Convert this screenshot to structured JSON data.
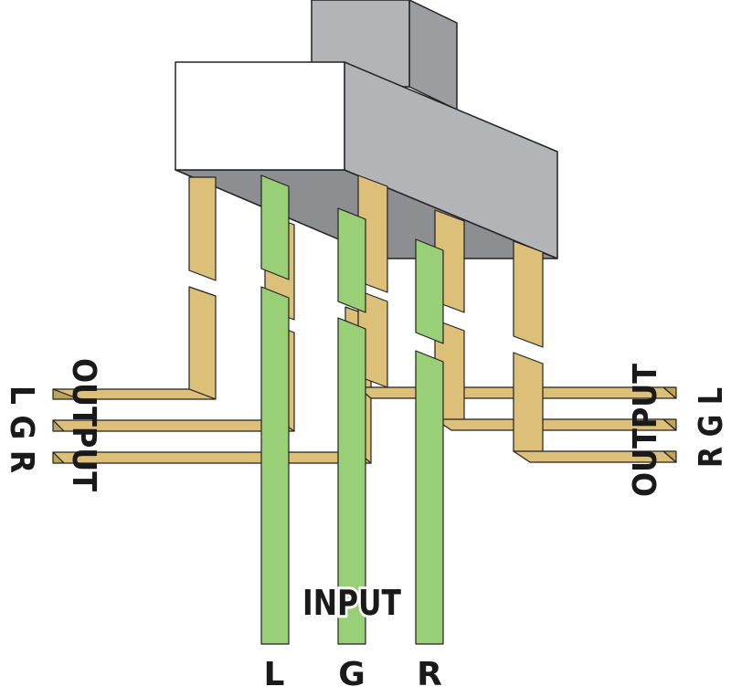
{
  "labels": {
    "left_pins": "L G R",
    "left_group": "OUTPUT",
    "right_group": "OUTPUT",
    "right_pins": "R G L",
    "input_title": "INPUT",
    "input_pin_l": "L",
    "input_pin_g": "G",
    "input_pin_r": "R"
  },
  "colors": {
    "tan_front": "#dcc07a",
    "tan_side": "#c0a257",
    "green": "#99cf76",
    "box_top": "#ffffff",
    "box_side": "#b3b4b8",
    "box_dark": "#9c9da1",
    "box_under": "#8d8e92",
    "stroke": "#222222"
  }
}
